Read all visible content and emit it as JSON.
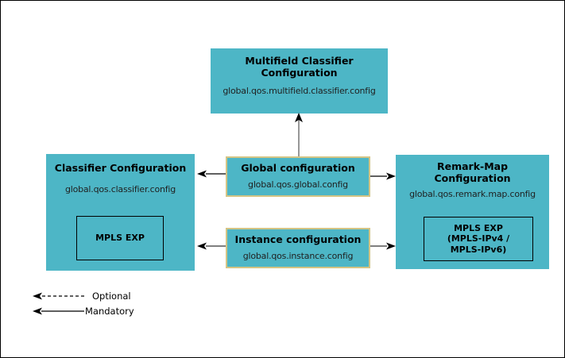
{
  "diagram": {
    "nodes": {
      "multifield": {
        "title_line1": "Multifield Classifier",
        "title_line2": "Configuration",
        "config": "global.qos.multifield.classifier.config"
      },
      "classifier": {
        "title": "Classifier Configuration",
        "config": "global.qos.classifier.config",
        "inner_label": "MPLS EXP"
      },
      "global_cfg": {
        "title": "Global configuration",
        "config": "global.qos.global.config"
      },
      "instance": {
        "title": "Instance configuration",
        "config": "global.qos.instance.config"
      },
      "remark": {
        "title_line1": "Remark-Map",
        "title_line2": "Configuration",
        "config": "global.qos.remark.map.config",
        "inner_line1": "MPLS EXP",
        "inner_line2": "(MPLS-IPv4 /",
        "inner_line3": "MPLS-IPv6)"
      }
    },
    "legend": {
      "optional_label": "Optional",
      "mandatory_label": "Mandatory"
    },
    "colors": {
      "node_fill": "#4db6c6",
      "center_border": "#d4c484",
      "line": "#000000",
      "vertical_line": "#7d7d7d"
    }
  }
}
